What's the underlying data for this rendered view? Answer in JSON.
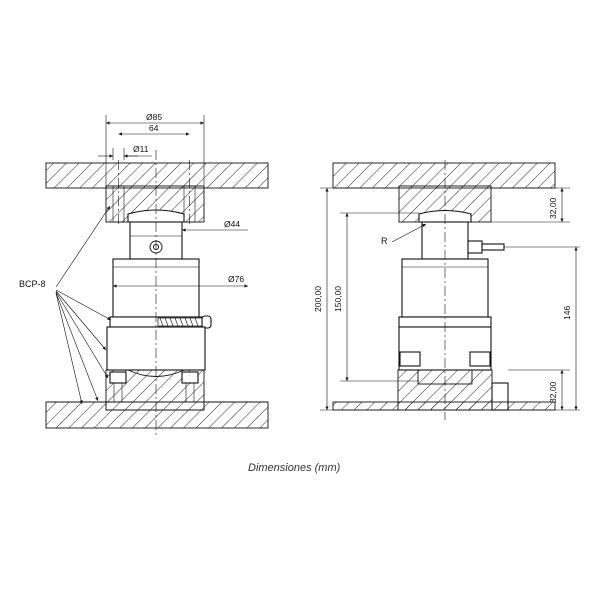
{
  "caption": "Dimensiones (mm)",
  "front_view": {
    "dim_outer": "Ø85",
    "dim_bolt_spacing": "64",
    "dim_hole": "Ø11",
    "dim_post": "Ø44",
    "dim_body": "Ø76",
    "part_label": "BCP-8"
  },
  "side_view": {
    "dim_total_height": "200,00",
    "dim_stroke": "150,00",
    "dim_top_plate": "32,00",
    "dim_bottom_plate": "32,00",
    "dim_body_height": "146",
    "radius_label": "R"
  }
}
